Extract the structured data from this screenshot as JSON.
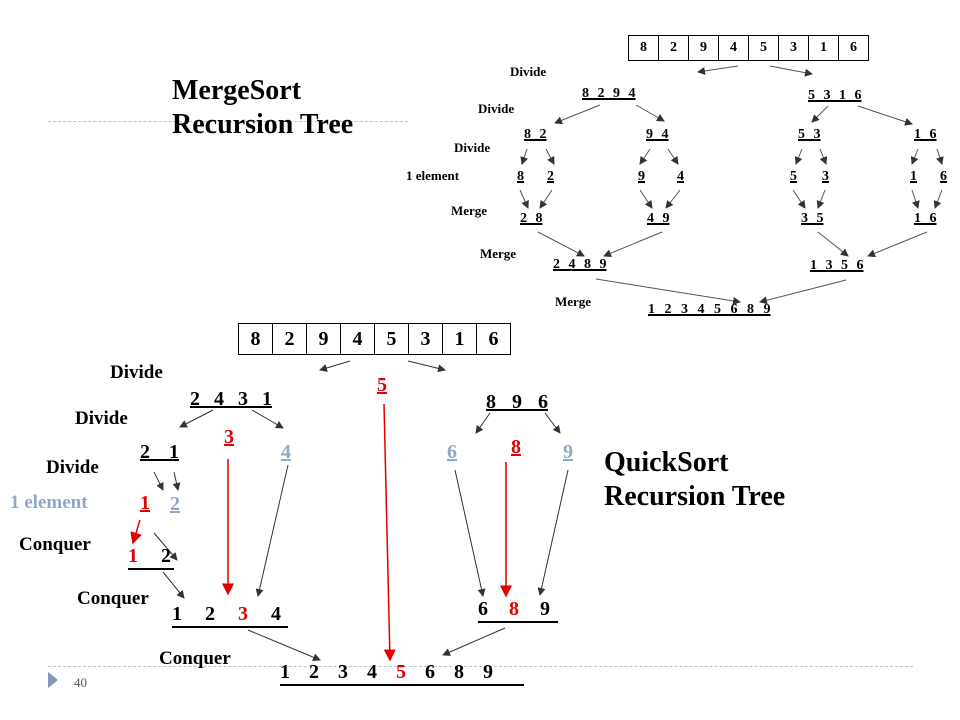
{
  "mergesort": {
    "title_line1": "MergeSort",
    "title_line2": "Recursion Tree",
    "array": [
      "8",
      "2",
      "9",
      "4",
      "5",
      "3",
      "1",
      "6"
    ],
    "labels": {
      "divide1": "Divide",
      "divide2": "Divide",
      "divide3": "Divide",
      "one_element": "1 element",
      "merge1": "Merge",
      "merge2": "Merge",
      "merge3": "Merge"
    },
    "level1": [
      "8 2 9 4",
      "5 3 1 6"
    ],
    "level2": [
      "8 2",
      "9 4",
      "5 3",
      "1 6"
    ],
    "singles": [
      "8",
      "2",
      "9",
      "4",
      "5",
      "3",
      "1",
      "6"
    ],
    "merge_pairs": [
      "2 8",
      "4 9",
      "3 5",
      "1 6"
    ],
    "merge_halves": [
      "2 4 8 9",
      "1 3 5 6"
    ],
    "result": "1 2 3 4 5 6 8 9"
  },
  "quicksort": {
    "title_line1": "QuickSort",
    "title_line2": "Recursion Tree",
    "array": [
      "8",
      "2",
      "9",
      "4",
      "5",
      "3",
      "1",
      "6"
    ],
    "labels": {
      "divide1": "Divide",
      "divide2": "Divide",
      "divide3": "Divide",
      "one_element": "1 element",
      "conquer1": "Conquer",
      "conquer2": "Conquer",
      "conquer3": "Conquer"
    },
    "pivot_root": "5",
    "left1": "2 4 3 1",
    "right1": "8 9 6",
    "pivot_left1": "3",
    "left_leaf_4": "4",
    "left2": "2 1",
    "pivot_right1": "8",
    "right_leaf_6": "6",
    "right_leaf_9": "9",
    "pivot_left2": "1",
    "leaf_2": "2",
    "conq1": [
      "1",
      "2"
    ],
    "conq2": [
      "1",
      "2",
      "3",
      "4"
    ],
    "conq_right": [
      "6",
      "8",
      "9"
    ],
    "final": [
      "1",
      "2",
      "3",
      "4",
      "5",
      "6",
      "8",
      "9"
    ]
  },
  "footer": {
    "page_number": "40"
  }
}
